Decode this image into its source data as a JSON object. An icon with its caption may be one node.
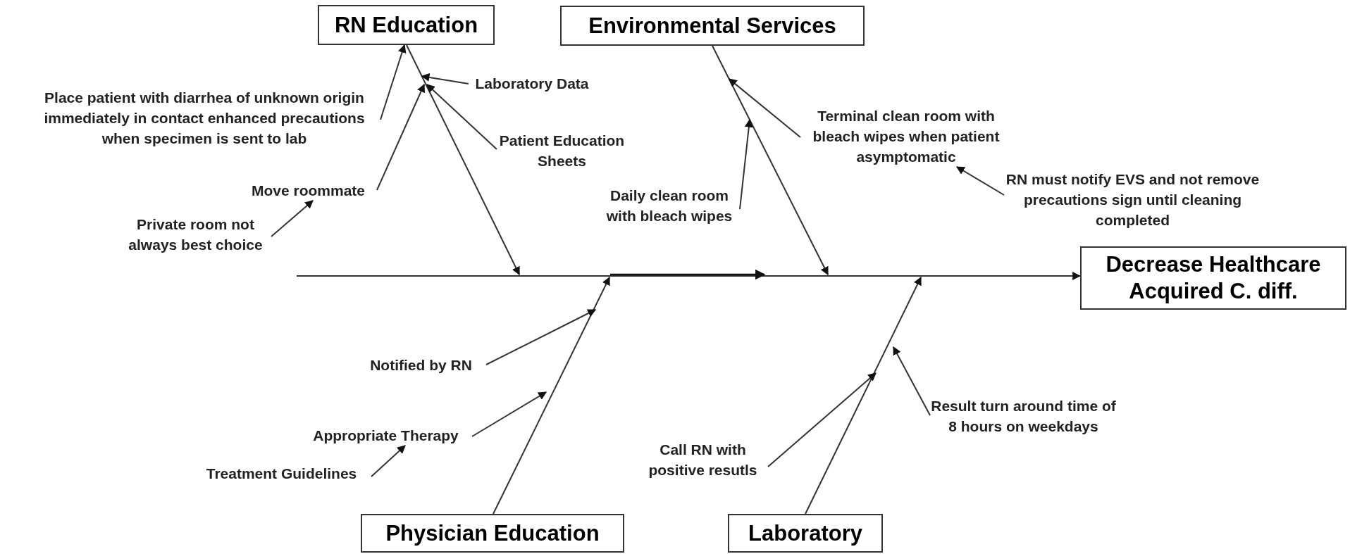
{
  "diagram": {
    "nodes": [
      {
        "text": [
          "RN Education"
        ]
      },
      {
        "text": [
          "Environmental Services"
        ]
      },
      {
        "text": [
          "Laboratory Data"
        ]
      },
      {
        "text": [
          "Place patient with diarrhea of unknown origin immediately in contact enhanced precautions when specimen is sent to lab"
        ]
      },
      {
        "text": [
          "Terminal clean room with bleach wipes when patient asymptomatic"
        ]
      },
      {
        "text": [
          "Patient Education Sheets"
        ]
      },
      {
        "text": [
          "Daily clean room with bleach wipes"
        ]
      },
      {
        "text": [
          "RN must notify EVS and not remove precautions sign until cleaning completed"
        ]
      },
      {
        "text": [
          "Move roommate"
        ]
      },
      {
        "text": [
          "Private room not always best choice"
        ]
      },
      {
        "text": [
          "Decrease Healthcare Acquired C. diff."
        ]
      },
      {
        "text": [
          "Notified by RN"
        ]
      },
      {
        "text": [
          "Result turn around time of 8 hours on weekdays"
        ]
      },
      {
        "text": [
          "Appropriate Therapy"
        ]
      },
      {
        "text": [
          "Call RN with positive resutls"
        ]
      },
      {
        "text": [
          "Treatment Guidelines"
        ]
      },
      {
        "text": [
          "Physician Education"
        ]
      },
      {
        "text": [
          "Laboratory"
        ]
      }
    ],
    "edges": [
      {
        "from": null,
        "to": 10,
        "arrow": "to"
      },
      {
        "from": 0,
        "to": null,
        "arrow": "to"
      },
      {
        "from": 1,
        "to": null,
        "arrow": "to"
      },
      {
        "from": 16,
        "to": null,
        "arrow": "to"
      },
      {
        "from": 17,
        "to": null,
        "arrow": "to"
      },
      {
        "from": 3,
        "to": 0,
        "arrow": "to"
      },
      {
        "from": 2,
        "to": 0,
        "arrow": "to"
      },
      {
        "from": 8,
        "to": null,
        "arrow": "to"
      },
      {
        "from": 5,
        "to": null,
        "arrow": "to"
      },
      {
        "from": 9,
        "to": 8,
        "arrow": "to"
      },
      {
        "from": 4,
        "to": 1,
        "arrow": "to"
      },
      {
        "from": 6,
        "to": null,
        "arrow": "to"
      },
      {
        "from": 7,
        "to": 4,
        "arrow": "to"
      },
      {
        "from": 11,
        "to": null,
        "arrow": "to"
      },
      {
        "from": 13,
        "to": null,
        "arrow": "to"
      },
      {
        "from": 15,
        "to": 13,
        "arrow": "to"
      },
      {
        "from": 14,
        "to": null,
        "arrow": "to"
      },
      {
        "from": 12,
        "to": null,
        "arrow": "to"
      }
    ]
  }
}
